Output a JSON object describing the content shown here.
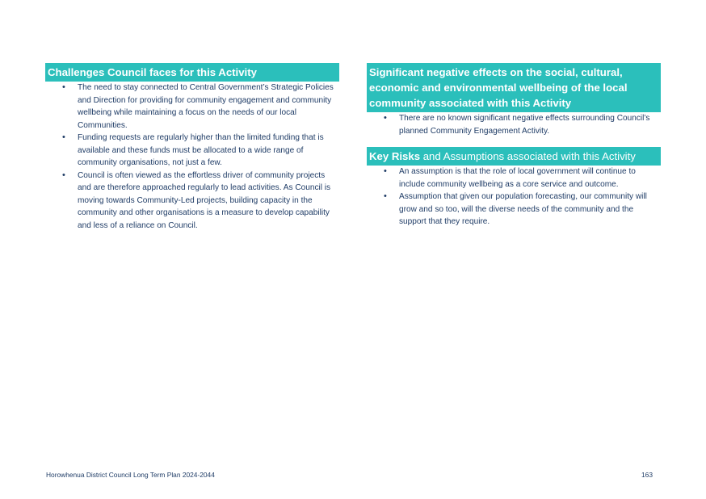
{
  "left": {
    "heading": "Challenges Council faces for this Activity",
    "items": [
      "The need to stay connected to Central Government’s Strategic Policies and Direction for providing for community engagement and community wellbeing while maintaining a focus on the needs of our local Communities.",
      "Funding requests are regularly higher than the limited funding that is available and these funds must be allocated to a wide range of community organisations, not just a few.",
      "Council is often viewed as the effortless driver of community projects and are therefore approached regularly to lead activities. As Council is moving towards Community-Led projects, building capacity in the community and other organisations is a measure to develop capability and less of a reliance on Council."
    ]
  },
  "right": {
    "heading1": "Significant negative effects on the social, cultural, economic and environmental wellbeing of the local community associated with this Activity",
    "items1": [
      "There are no known significant negative effects surrounding Council’s planned Community Engagement Activity."
    ],
    "heading2_bold": "Key Risks",
    "heading2_rest": " and Assumptions associated with this Activity",
    "items2": [
      "An assumption is that the role of local government will continue to include community wellbeing as a core service and outcome.",
      "Assumption that given our population forecasting, our community will grow and so too, will the diverse needs of the community and the support that they require."
    ]
  },
  "footer": {
    "title": "Horowhenua District Council Long Term Plan 2024-2044",
    "page_number": "163"
  },
  "colors": {
    "heading_bg": "#2bbfbb",
    "text": "#1f3c66"
  }
}
